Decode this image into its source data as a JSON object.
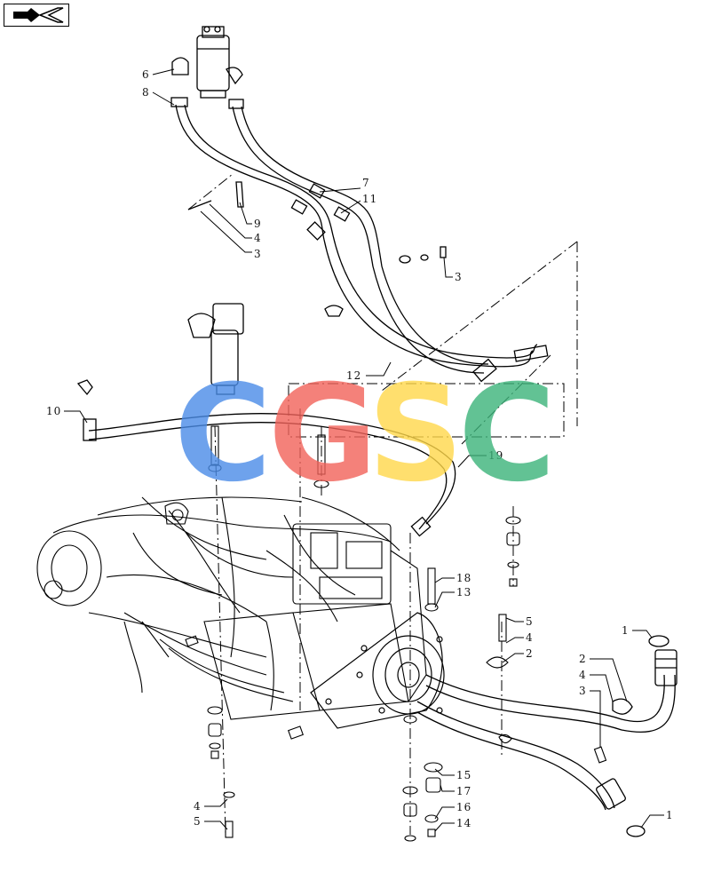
{
  "nav": {
    "icon": "back-arrow-icon"
  },
  "watermark": {
    "letters": [
      "C",
      "G",
      "S",
      "C"
    ],
    "colors": [
      "#4a8ce8",
      "#f2625a",
      "#ffd84a",
      "#3cb37a"
    ]
  },
  "callouts": [
    {
      "id": "c6",
      "text": "6"
    },
    {
      "id": "c8",
      "text": "8"
    },
    {
      "id": "c7",
      "text": "7"
    },
    {
      "id": "c11",
      "text": "11"
    },
    {
      "id": "c9",
      "text": "9"
    },
    {
      "id": "c4a",
      "text": "4"
    },
    {
      "id": "c3a",
      "text": "3"
    },
    {
      "id": "c3b",
      "text": "3"
    },
    {
      "id": "c12",
      "text": "12"
    },
    {
      "id": "c10",
      "text": "10"
    },
    {
      "id": "c19",
      "text": "19"
    },
    {
      "id": "c18",
      "text": "18"
    },
    {
      "id": "c13",
      "text": "13"
    },
    {
      "id": "c5a",
      "text": "5"
    },
    {
      "id": "c4b",
      "text": "4"
    },
    {
      "id": "c2a",
      "text": "2"
    },
    {
      "id": "c1a",
      "text": "1"
    },
    {
      "id": "c2b",
      "text": "2"
    },
    {
      "id": "c4c",
      "text": "4"
    },
    {
      "id": "c3c",
      "text": "3"
    },
    {
      "id": "c15",
      "text": "15"
    },
    {
      "id": "c17",
      "text": "17"
    },
    {
      "id": "c16",
      "text": "16"
    },
    {
      "id": "c14",
      "text": "14"
    },
    {
      "id": "c4d",
      "text": "4"
    },
    {
      "id": "c5b",
      "text": "5"
    },
    {
      "id": "c1b",
      "text": "1"
    }
  ]
}
